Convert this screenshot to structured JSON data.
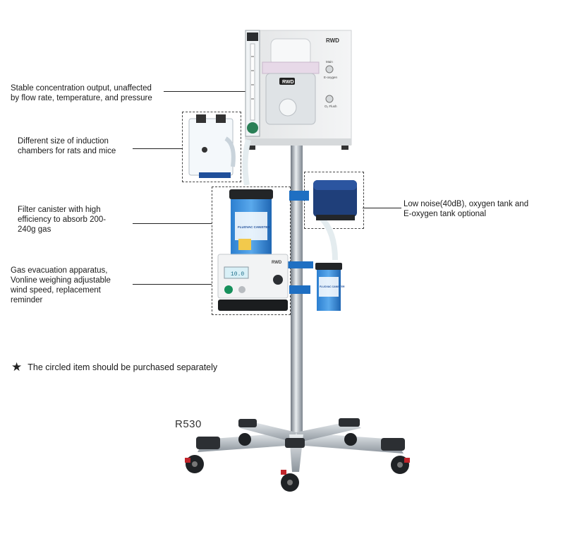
{
  "callouts": {
    "stable": [
      "Stable concentration output, unaffected",
      "by flow rate, temperature, and pressure"
    ],
    "chambers": [
      "Different size of induction",
      "chambers for rats and mice"
    ],
    "filter": [
      "Filter canister with high",
      "efficiency to absorb 200-",
      "240g gas"
    ],
    "gas": [
      "Gas evacuation apparatus,",
      "Vonline weighing adjustable",
      "wind speed, replacement",
      "reminder"
    ],
    "noise": [
      "Low noise(40dB), oxygen tank and",
      "E-oxygen tank optional"
    ]
  },
  "note": {
    "text": "The circled item should be purchased separately"
  },
  "model": {
    "label": "R530"
  },
  "device": {
    "brand": "RWD",
    "display": "10.0",
    "canister_label": "FLUOVAC CANISTER",
    "canister_label_small": "FLUOVAC CANISTER",
    "gauge_top": "Main",
    "gauge_bottom": "O₂ Flush",
    "gauge_mid": "E-oxygen"
  },
  "colors": {
    "accent": "#1f6fc2",
    "pole": "#9aa3ad",
    "panel": "#eceeef"
  }
}
